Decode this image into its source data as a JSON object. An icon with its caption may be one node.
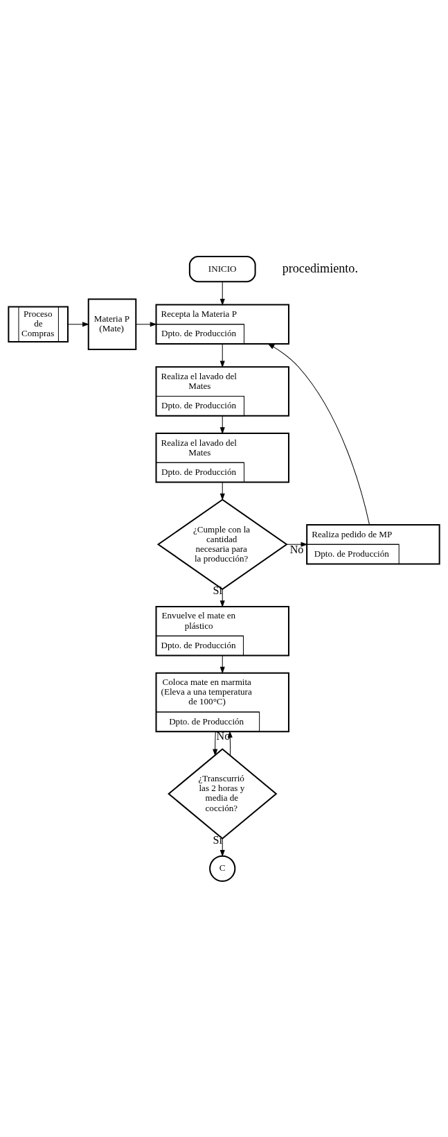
{
  "diagram": {
    "nodes": [
      {
        "text": [
          "INICIO"
        ]
      },
      {
        "text": [
          "Proceso de Compras"
        ]
      },
      {
        "text": [
          "Materia P (Mate)"
        ]
      },
      {
        "text": [
          "Recepta la Materia P",
          "Dpto. de Producción"
        ]
      },
      {
        "text": [
          "Realiza el lavado del Mates",
          "Dpto. de Producción"
        ]
      },
      {
        "text": [
          "Realiza el lavado del Mates",
          "Dpto. de Producción"
        ]
      },
      {
        "text": [
          "¿Cumple con la cantidad necesaria para la producción?"
        ]
      },
      {
        "text": [
          "Realiza pedido de MP",
          "Dpto. de Producción"
        ]
      },
      {
        "text": [
          "Envuelve el mate en plástico",
          "Dpto. de Producción"
        ]
      },
      {
        "text": [
          "Coloca mate en marmita (Eleva a una temperatura de 100°C)",
          "Dpto. de Producción"
        ]
      },
      {
        "text": [
          "¿Transcurrió las 2 horas y media de cocción?"
        ]
      },
      {
        "text": [
          "C"
        ]
      }
    ],
    "edges": [
      {
        "from": 0,
        "to": 3,
        "arrow": "to"
      },
      {
        "from": 1,
        "to": 2,
        "arrow": "to"
      },
      {
        "from": 2,
        "to": 3,
        "arrow": "to"
      },
      {
        "from": 3,
        "to": 4,
        "arrow": "to"
      },
      {
        "from": 4,
        "to": 5,
        "arrow": "to"
      },
      {
        "from": 5,
        "to": 6,
        "arrow": "to"
      },
      {
        "from": 6,
        "to": 7,
        "arrow": "to",
        "label": "No"
      },
      {
        "from": 7,
        "to": 3,
        "arrow": "to"
      },
      {
        "from": 6,
        "to": 8,
        "arrow": "to",
        "label": "Si"
      },
      {
        "from": 8,
        "to": 9,
        "arrow": "to"
      },
      {
        "from": 9,
        "to": 10,
        "arrow": "to"
      },
      {
        "from": 10,
        "to": 9,
        "arrow": "to",
        "label": "No"
      },
      {
        "from": 10,
        "to": 11,
        "arrow": "to",
        "label": "Si"
      }
    ],
    "labels": [
      "procedimiento."
    ]
  }
}
